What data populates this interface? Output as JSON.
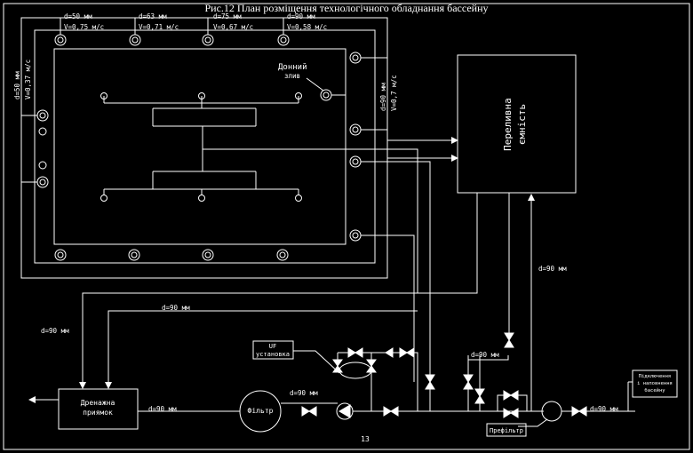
{
  "title": "Рис.12 План розміщення технологічного обладнання бассейну",
  "page_number": "13",
  "top_labels": [
    {
      "d": "d=50 мм",
      "v": "V=0,75 м/с"
    },
    {
      "d": "d=63 мм",
      "v": "V=0,71 м/с"
    },
    {
      "d": "d=75 мм",
      "v": "V=0,67 м/с"
    },
    {
      "d": "d=90 мм",
      "v": "V=0,58 м/с"
    }
  ],
  "left_labels": {
    "d": "d=50 мм",
    "v": "V=0,37 м/с"
  },
  "right_labels": {
    "d": "d=90 мм",
    "v": "V=0,7 м/с"
  },
  "bottom_drain": {
    "line1": "Донний",
    "line2": "злив"
  },
  "overflow_tank": {
    "line1": "Переливна",
    "line2": "ємність"
  },
  "drain_pit": {
    "line1": "Дренажна",
    "line2": "приямок"
  },
  "filter": "Фільтр",
  "uv_unit": {
    "line1": "UF",
    "line2": "установка"
  },
  "prefilter": "Префільтр",
  "water_supply": {
    "line1": "Підключення",
    "line2": "і наповнення",
    "line3": "басейну"
  },
  "pipe_labels": {
    "left_drain": "d=90 мм",
    "return_line": "d=90 мм",
    "tank_outlet": "d=90 мм",
    "filter_inlet": "d=90 мм",
    "to_drain": "d=90 мм",
    "bypass": "d=90 мм",
    "supply": "d=90 мм"
  },
  "colors": {
    "background": "#000000",
    "line": "#ffffff"
  }
}
